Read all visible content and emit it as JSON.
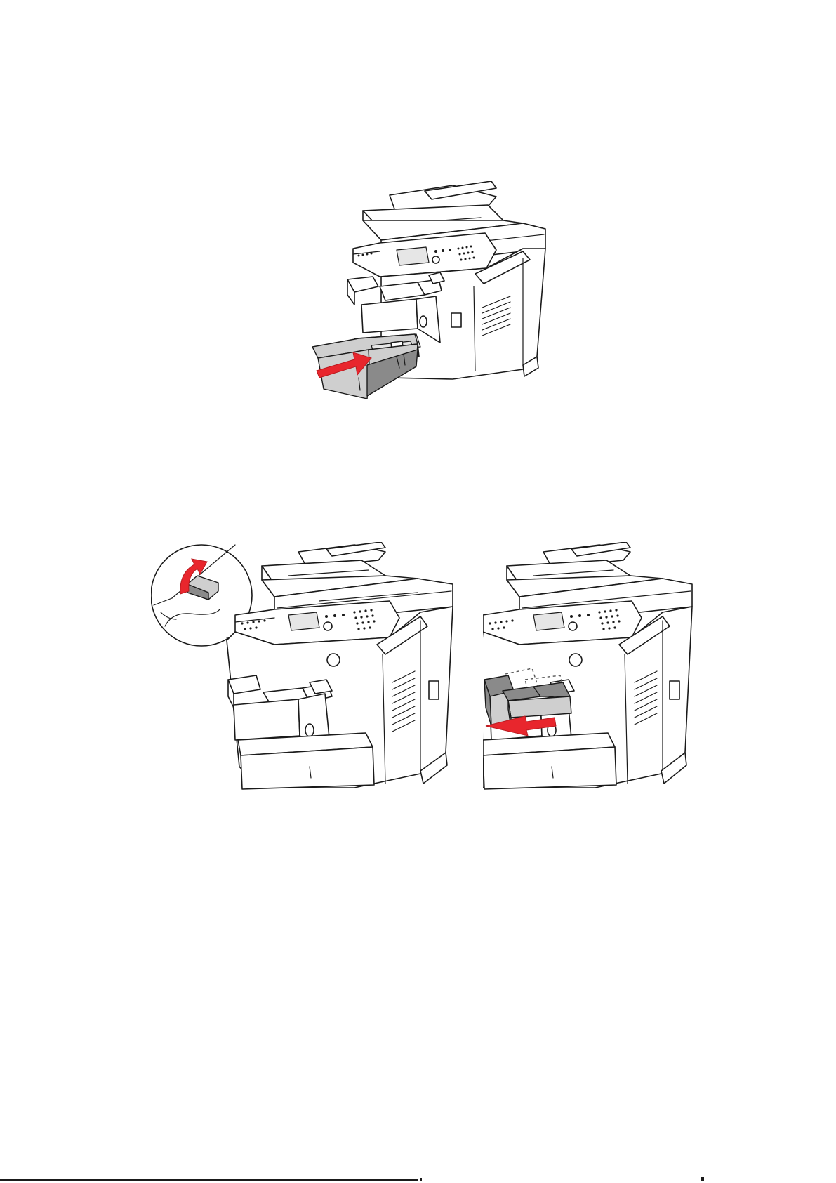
{
  "figures": [
    {
      "id": "insert-tray",
      "description_icon": "printer-tray-insert-icon"
    },
    {
      "id": "output-tray-flap",
      "description_icon": "printer-flap-lift-icon"
    },
    {
      "id": "output-tray-extend",
      "description_icon": "printer-tray-extend-icon"
    }
  ],
  "colors": {
    "accent": "#e8262d",
    "line": "#1a1a1a",
    "shade": "#cfcfcf"
  }
}
